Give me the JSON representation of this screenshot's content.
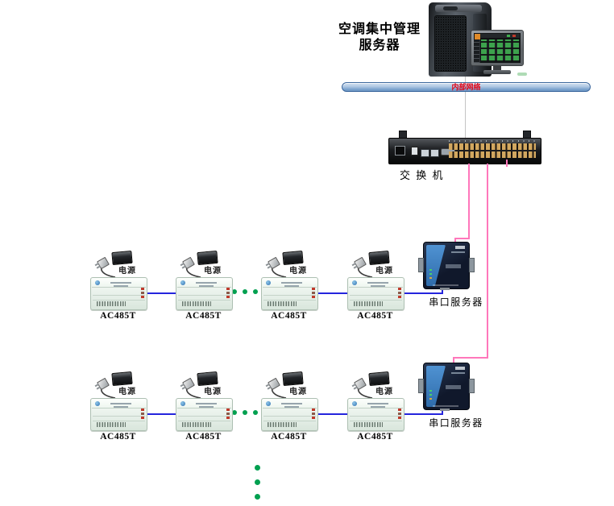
{
  "labels": {
    "server_title_line1": "空调集中管理",
    "server_title_line2": "服务器",
    "network_bus": "内部网络",
    "switch": "交 换 机",
    "serial_server": "串口服务器",
    "converter": "AC485T",
    "power": "电源"
  },
  "colors": {
    "network_bus_fill": "#aec7e2",
    "network_bus_border": "#3a669c",
    "network_bus_text": "#e60012",
    "ethernet_link": "#ff77bb",
    "rs485_link": "#2525dd",
    "server_link": "#c4c4c4",
    "ellipsis_dots": "#00a050"
  },
  "topology": {
    "bus_label": "内部网络",
    "links": [
      {
        "from": "server",
        "to": "internal-network-bus"
      },
      {
        "from": "internal-network-bus",
        "to": "switch"
      },
      {
        "from": "switch",
        "to": "serial-server-1",
        "style": "ethernet"
      },
      {
        "from": "switch",
        "to": "serial-server-2",
        "style": "ethernet"
      },
      {
        "from": "serial-server-1",
        "to": "converter-chain-row-1",
        "style": "rs485"
      },
      {
        "from": "serial-server-2",
        "to": "converter-chain-row-2",
        "style": "rs485"
      }
    ],
    "converters_per_row_shown": 4,
    "rows_shown": 2,
    "row_continuation_ellipsis": true,
    "more_rows_ellipsis": true
  }
}
